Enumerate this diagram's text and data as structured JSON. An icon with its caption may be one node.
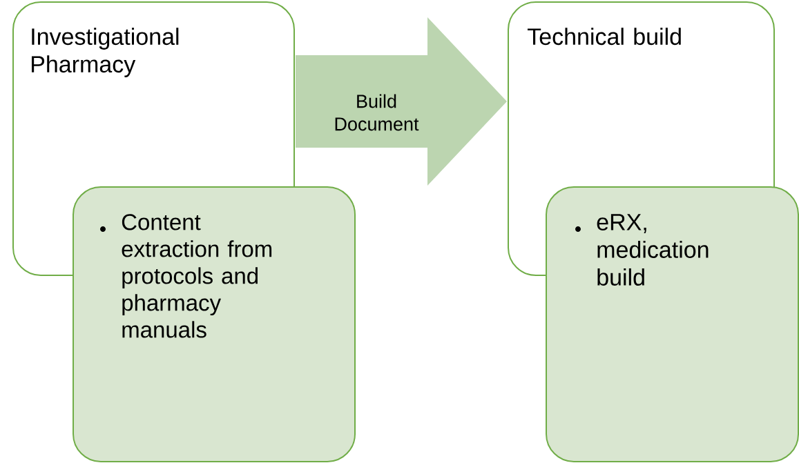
{
  "diagram": {
    "nodes": [
      {
        "text": [
          "Investigational Pharmacy"
        ]
      },
      {
        "text": [
          "Content extraction from protocols and pharmacy manuals"
        ]
      },
      {
        "text": [
          "Technical build"
        ]
      },
      {
        "text": [
          "eRX, medication build"
        ]
      }
    ],
    "edges": [
      {
        "from": 0,
        "to": 2,
        "arrow": "to",
        "label": "Build Document",
        "color": "#bcd5b0"
      }
    ]
  }
}
